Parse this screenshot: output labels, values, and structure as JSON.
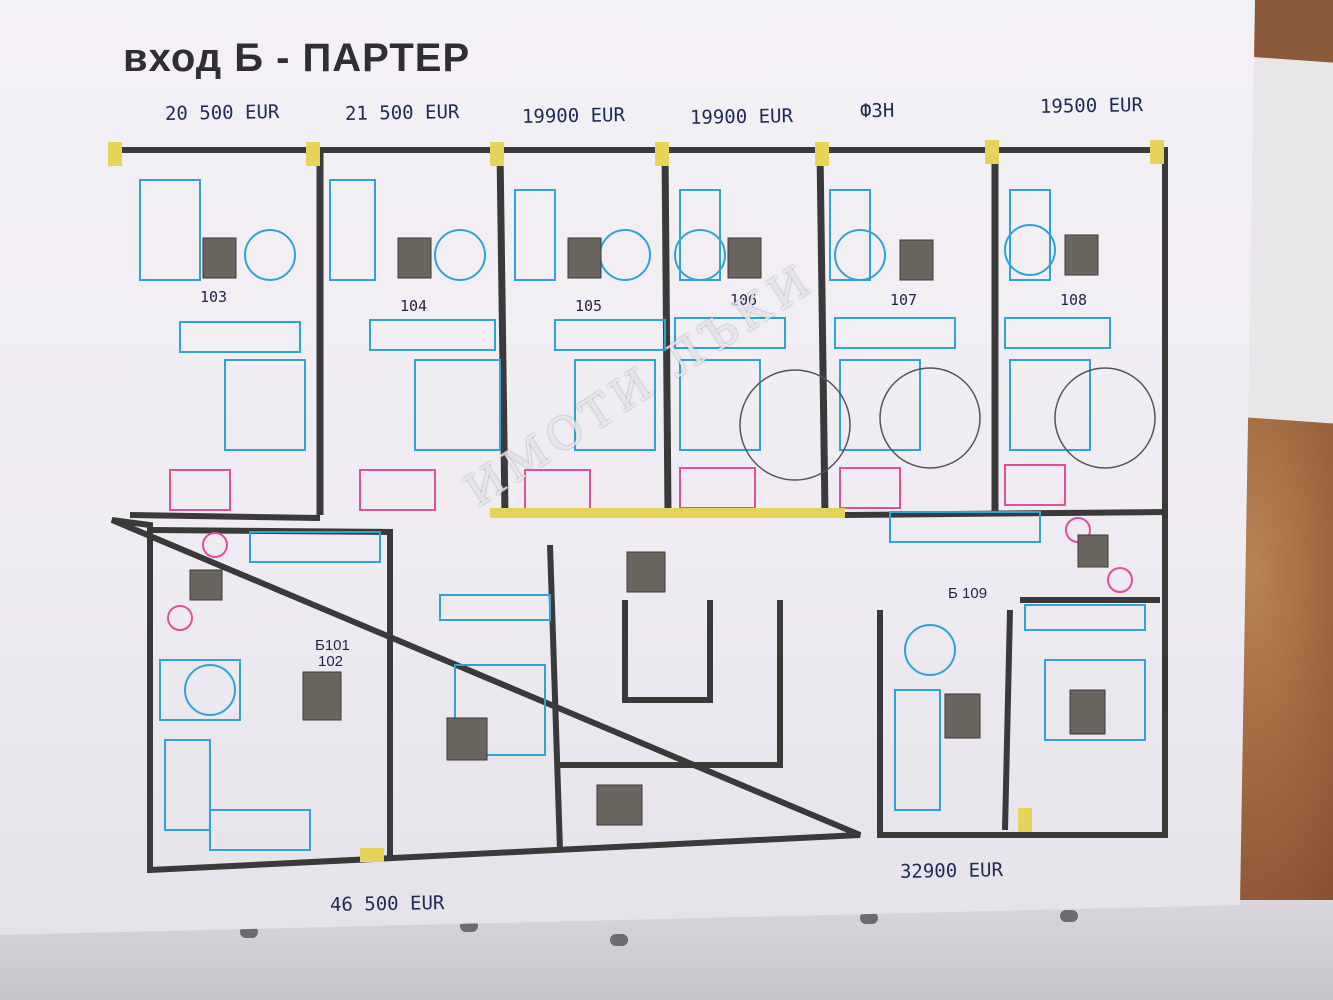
{
  "title": "вход Б - ПАРТЕР",
  "prices_top": [
    {
      "id": "u103",
      "text": "20 500 EUR"
    },
    {
      "id": "u104",
      "text": "21 500 EUR"
    },
    {
      "id": "u105",
      "text": "19900 EUR"
    },
    {
      "id": "u106",
      "text": "19900 EUR"
    },
    {
      "id": "u107",
      "text": "ФЗН"
    },
    {
      "id": "u108",
      "text": "19500 EUR"
    }
  ],
  "unit_numbers": [
    "103",
    "104",
    "105",
    "106",
    "107",
    "108"
  ],
  "bottom_left_price": "46 500 EUR",
  "bottom_right_price": "32900 EUR",
  "label_b109": "Б 109",
  "label_b101": "Б101",
  "label_b102": "102",
  "watermark": "ИМОТИ ЛЪКИ",
  "colors": {
    "walls": "#3a3a3a",
    "furniture": "#2fa3d6",
    "bath": "#e0509a",
    "ink": "#1f2a55",
    "door": "#e7d35a"
  }
}
